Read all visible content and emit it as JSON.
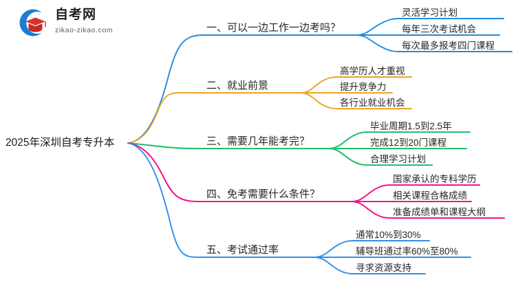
{
  "logo": {
    "title": "自考网",
    "domain": "zikao-zikao.com",
    "mark_icon": "graduation-cap-logo-icon",
    "ring_color": "#1a7fd4",
    "cap_color": "#d8332f"
  },
  "mindmap": {
    "root": {
      "label": "2025年深圳自考专升本"
    },
    "branches": [
      {
        "index": 1,
        "label": "一、可以一边工作一边考吗？",
        "color": "#1f8be0",
        "leaves": [
          {
            "label": "灵活学习计划"
          },
          {
            "label": "每年三次考试机会"
          },
          {
            "label": "每次最多报考四门课程"
          }
        ]
      },
      {
        "index": 2,
        "label": "二、就业前景",
        "color": "#eda420",
        "leaves": [
          {
            "label": "高学历人才重视"
          },
          {
            "label": "提升竞争力"
          },
          {
            "label": "各行业就业机会"
          }
        ]
      },
      {
        "index": 3,
        "label": "三、需要几年能考完？",
        "color": "#1fc070",
        "leaves": [
          {
            "label": "毕业周期1.5到2.5年"
          },
          {
            "label": "完成12到20门课程"
          },
          {
            "label": "合理学习计划"
          }
        ]
      },
      {
        "index": 4,
        "label": "四、免考需要什么条件？",
        "color": "#f5148c",
        "leaves": [
          {
            "label": "国家承认的专科学历"
          },
          {
            "label": "相关课程合格成绩"
          },
          {
            "label": "准备成绩单和课程大纲"
          }
        ]
      },
      {
        "index": 5,
        "label": "五、考试通过率",
        "color": "#2f8fe8",
        "leaves": [
          {
            "label": "通常10%到30%"
          },
          {
            "label": "辅导班通过率60%至80%"
          },
          {
            "label": "寻求资源支持"
          }
        ]
      }
    ]
  }
}
